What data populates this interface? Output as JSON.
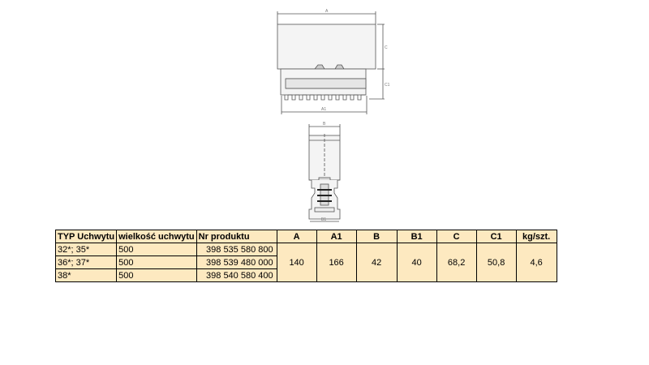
{
  "drawing": {
    "labels": {
      "a": "A",
      "a1": "A1",
      "c": "C",
      "c1": "C1",
      "b": "B",
      "b1": "B1"
    }
  },
  "table": {
    "headers": [
      "TYP Uchwytu",
      "wielkość uchwytu",
      "Nr produktu",
      "A",
      "A1",
      "B",
      "B1",
      "C",
      "C1",
      "kg/szt."
    ],
    "rows": [
      {
        "typ": "32*; 35*",
        "size": "500",
        "nr": "398 535 580 800"
      },
      {
        "typ": "36*; 37*",
        "size": "500",
        "nr": "398 539 480 000"
      },
      {
        "typ": "38*",
        "size": "500",
        "nr": "398 540 580 400"
      }
    ],
    "shared": {
      "A": "140",
      "A1": "166",
      "B": "42",
      "B1": "40",
      "C": "68,2",
      "C1": "50,8",
      "kg": "4,6"
    }
  }
}
